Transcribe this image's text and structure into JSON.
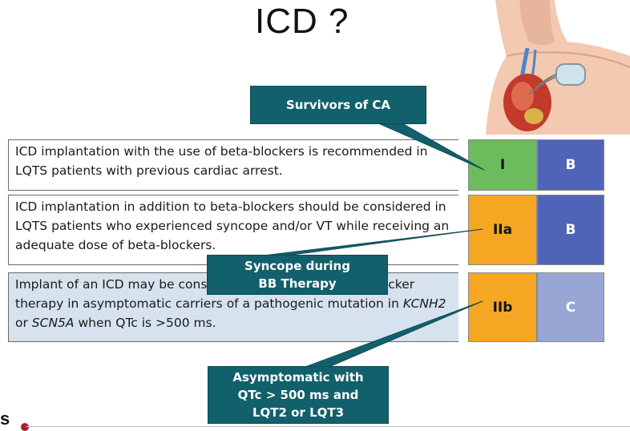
{
  "title": "ICD ?",
  "rows": [
    {
      "text": "ICD implantation with the use of beta-blockers is recommended in LQTS patients with previous cardiac arrest.",
      "class": "I",
      "level": "B",
      "class_color": "#6cbb5c",
      "level_color": "#4e64b6"
    },
    {
      "text": "ICD implantation in addition to beta-blockers should be considered in LQTS patients who experienced syncope and/or VT while receiving an adequate dose of beta-blockers.",
      "class": "IIa",
      "level": "B",
      "class_color": "#f5a623",
      "level_color": "#4e64b6"
    },
    {
      "text_part1": "Implant of an ICD may be considered in addition to beta-blocker therapy in asymptomatic carriers of a pathogenic mutation in ",
      "gene1": "KCNH2",
      "text_part2": " or ",
      "gene2": "SCN5A",
      "text_part3": " when QTc is >500 ms.",
      "class": "IIb",
      "level": "C",
      "class_color": "#f5a623",
      "level_color": "#98a6d6"
    }
  ],
  "callouts": [
    {
      "lines": [
        "Survivors of CA"
      ]
    },
    {
      "lines": [
        "Syncope during",
        "BB Therapy"
      ]
    },
    {
      "lines": [
        "Asymptomatic with",
        "QTc > 500 ms and",
        "LQT2 or LQT3"
      ]
    }
  ],
  "footer_text": "s",
  "colors": {
    "callout_bg": "#12606b",
    "accent_red": "#b01c2e"
  }
}
